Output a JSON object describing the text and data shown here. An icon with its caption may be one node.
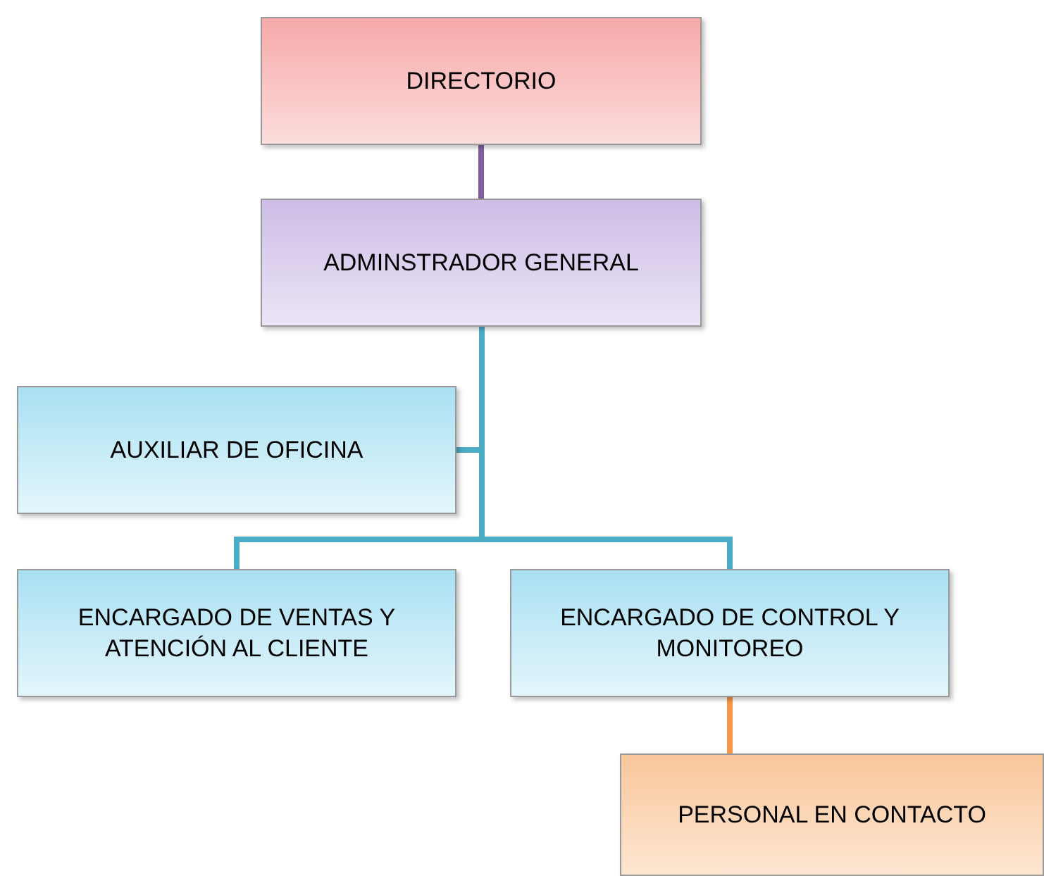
{
  "diagram": {
    "nodes": [
      {
        "text": [
          "DIRECTORIO"
        ]
      },
      {
        "text": [
          "ADMINSTRADOR GENERAL"
        ]
      },
      {
        "text": [
          "AUXILIAR DE OFICINA"
        ]
      },
      {
        "text": [
          "ENCARGADO DE VENTAS Y ATENCIÓN AL CLIENTE"
        ]
      },
      {
        "text": [
          "ENCARGADO DE CONTROL Y MONITOREO"
        ]
      },
      {
        "text": [
          "PERSONAL EN CONTACTO"
        ]
      }
    ],
    "edges": [
      {
        "from": 0,
        "to": 1,
        "arrow": "none",
        "color": "#7f5f9f"
      },
      {
        "from": 1,
        "to": 2,
        "arrow": "none"
      },
      {
        "from": 1,
        "to": 3,
        "arrow": "none"
      },
      {
        "from": 1,
        "to": 4,
        "arrow": "none"
      },
      {
        "from": 4,
        "to": 5,
        "arrow": "none",
        "color": "#f79646"
      }
    ]
  }
}
